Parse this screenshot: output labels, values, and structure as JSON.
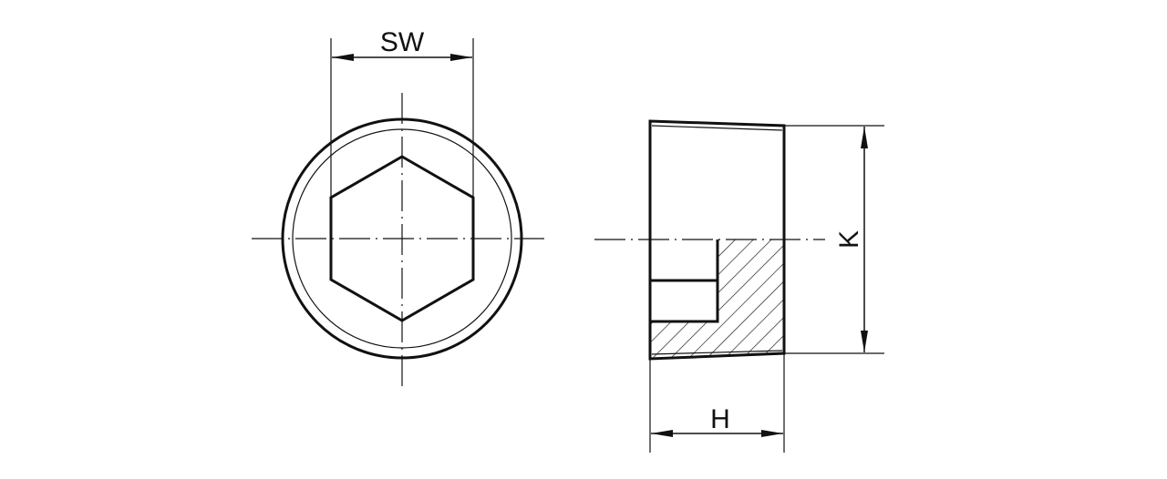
{
  "labels": {
    "sw": "SW",
    "k": "K",
    "h": "H"
  },
  "colors": {
    "line": "#111111",
    "background": "#ffffff"
  }
}
